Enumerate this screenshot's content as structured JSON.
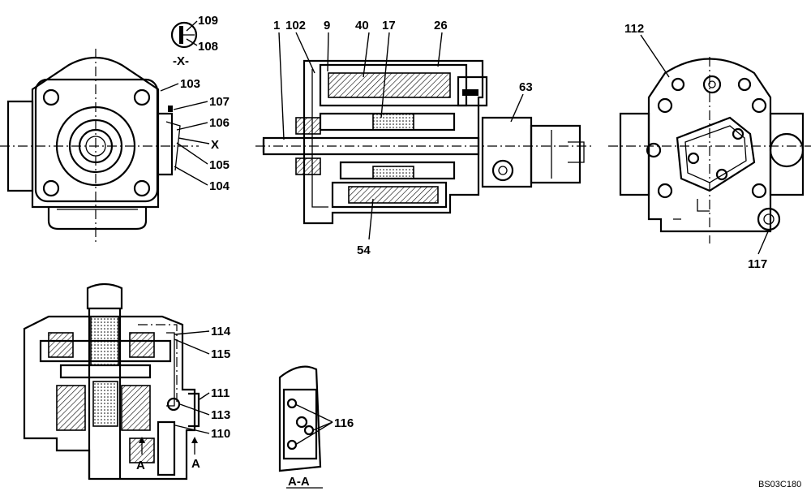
{
  "labels": {
    "l109": "109",
    "l108": "108",
    "lX_view": "-X-",
    "l103": "103",
    "l107": "107",
    "l106": "106",
    "lX": "X",
    "l105": "105",
    "l104": "104",
    "l1": "1",
    "l102": "102",
    "l9": "9",
    "l40": "40",
    "l17": "17",
    "l26": "26",
    "l63": "63",
    "l54": "54",
    "l112": "112",
    "l117": "117",
    "l114": "114",
    "l115": "115",
    "l111": "111",
    "l113": "113",
    "l110": "110",
    "lA1": "A",
    "lA2": "A",
    "l116": "116",
    "lAA": "A-A",
    "code": "BS03C180"
  }
}
